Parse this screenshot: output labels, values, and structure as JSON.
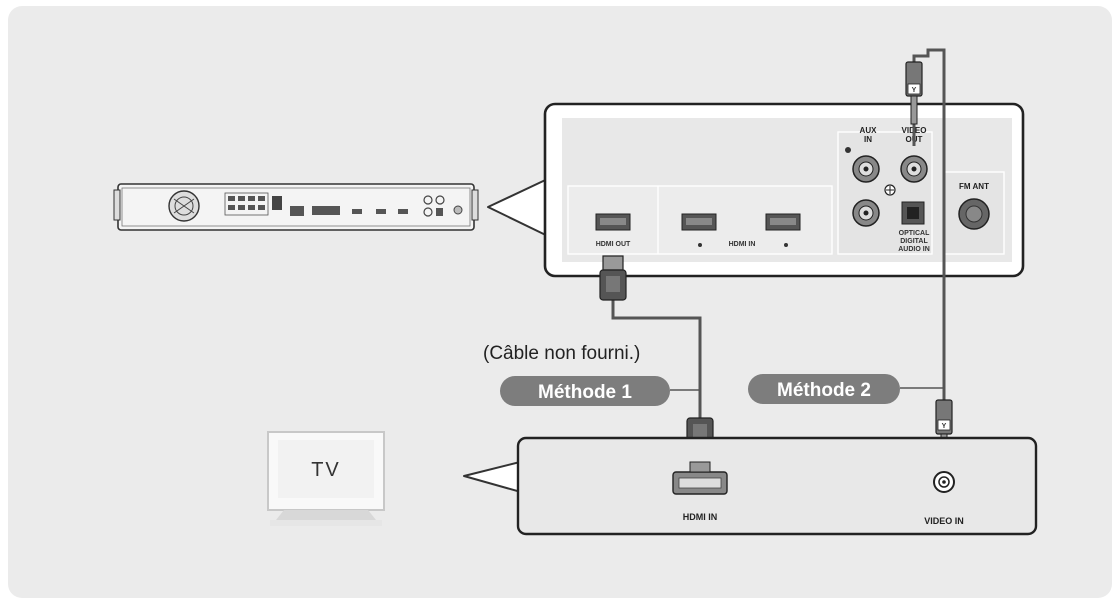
{
  "rear_panel": {
    "hdmi_out": "HDMI OUT",
    "hdmi_in": "HDMI IN",
    "aux_in": [
      "AUX",
      "IN"
    ],
    "video_out": [
      "VIDEO",
      "OUT"
    ],
    "optical": [
      "OPTICAL",
      "DIGITAL",
      "AUDIO IN"
    ],
    "fm_ant": "FM ANT"
  },
  "tv": {
    "label": "TV",
    "hdmi_in": "HDMI IN",
    "video_in": "VIDEO IN"
  },
  "cable_note": "(Câble non fourni.)",
  "methods": [
    "Méthode 1",
    "Méthode 2"
  ]
}
